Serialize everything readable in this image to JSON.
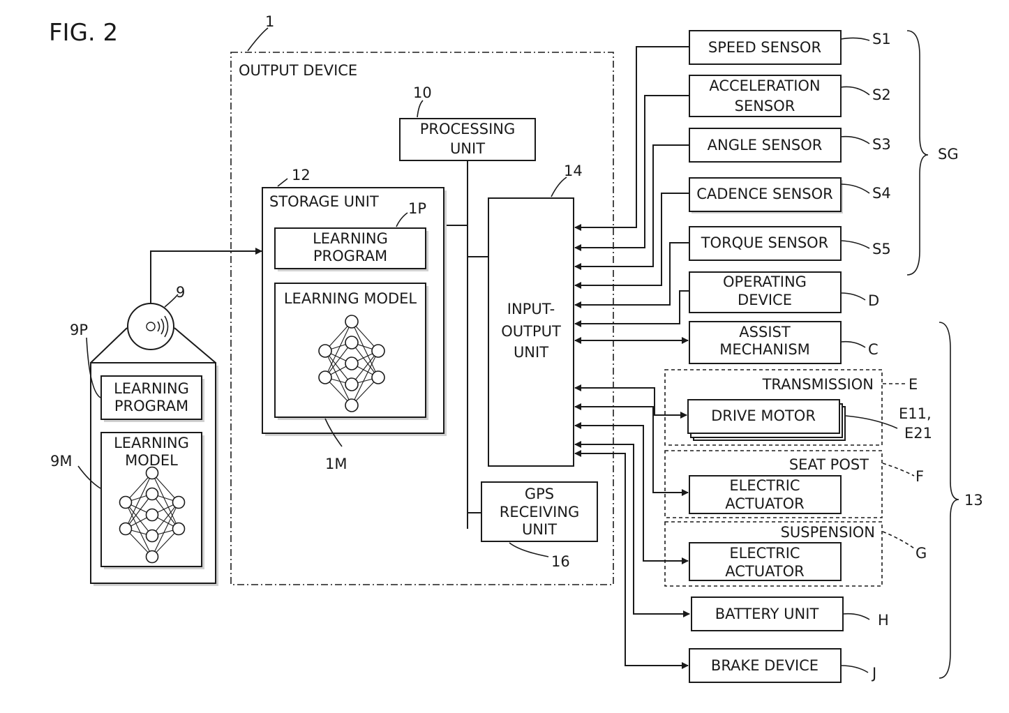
{
  "figure_label": "FIG. 2",
  "output_device": {
    "ref": "1",
    "title": "OUTPUT DEVICE"
  },
  "processing_unit": {
    "ref": "10",
    "line1": "PROCESSING",
    "line2": "UNIT"
  },
  "storage_unit": {
    "ref": "12",
    "title": "STORAGE UNIT"
  },
  "learning_program_1p": {
    "ref": "1P",
    "line1": "LEARNING",
    "line2": "PROGRAM"
  },
  "learning_model_1m": {
    "ref": "1M",
    "title": "LEARNING MODEL"
  },
  "io_unit": {
    "ref": "14",
    "line1": "INPUT-",
    "line2": "OUTPUT",
    "line3": "UNIT"
  },
  "gps_unit": {
    "ref": "16",
    "line1": "GPS",
    "line2": "RECEIVING",
    "line3": "UNIT"
  },
  "recording_medium": {
    "ref": "9"
  },
  "learning_program_9p": {
    "ref": "9P",
    "line1": "LEARNING",
    "line2": "PROGRAM"
  },
  "learning_model_9m": {
    "ref": "9M",
    "line1": "LEARNING",
    "line2": "MODEL"
  },
  "sensors": {
    "group_ref": "SG",
    "speed": {
      "ref": "S1",
      "label": "SPEED SENSOR"
    },
    "acceleration": {
      "ref": "S2",
      "line1": "ACCELERATION",
      "line2": "SENSOR"
    },
    "angle": {
      "ref": "S3",
      "label": "ANGLE SENSOR"
    },
    "cadence": {
      "ref": "S4",
      "label": "CADENCE SENSOR"
    },
    "torque": {
      "ref": "S5",
      "label": "TORQUE SENSOR"
    }
  },
  "operating_device": {
    "ref": "D",
    "line1": "OPERATING",
    "line2": "DEVICE"
  },
  "components": {
    "group_ref": "13",
    "assist": {
      "ref": "C",
      "line1": "ASSIST",
      "line2": "MECHANISM"
    },
    "transmission": {
      "ref": "E",
      "title": "TRANSMISSION",
      "motor_label": "DRIVE MOTOR",
      "motor_ref1": "E11,",
      "motor_ref2": "E21"
    },
    "seat_post": {
      "ref": "F",
      "title": "SEAT POST",
      "line1": "ELECTRIC",
      "line2": "ACTUATOR"
    },
    "suspension": {
      "ref": "G",
      "title": "SUSPENSION",
      "line1": "ELECTRIC",
      "line2": "ACTUATOR"
    },
    "battery": {
      "ref": "H",
      "label": "BATTERY UNIT"
    },
    "brake": {
      "ref": "J",
      "label": "BRAKE DEVICE"
    }
  }
}
